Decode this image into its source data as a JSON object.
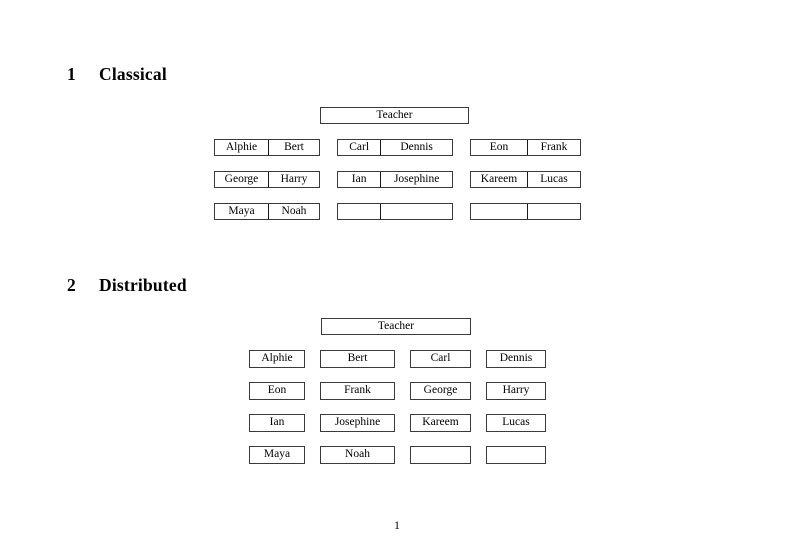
{
  "document": {
    "page_number": "1"
  },
  "sections": [
    {
      "number": "1",
      "title": "Classical",
      "teacher_label": "Teacher",
      "groups": [
        {
          "name": "group-left",
          "rows": [
            [
              "Alphie",
              "Bert"
            ],
            [
              "George",
              "Harry"
            ],
            [
              "Maya",
              "Noah"
            ]
          ]
        },
        {
          "name": "group-middle",
          "rows": [
            [
              "Carl",
              "Dennis"
            ],
            [
              "Ian",
              "Josephine"
            ],
            [
              "",
              ""
            ]
          ]
        },
        {
          "name": "group-right",
          "rows": [
            [
              "Eon",
              "Frank"
            ],
            [
              "Kareem",
              "Lucas"
            ],
            [
              "",
              ""
            ]
          ]
        }
      ]
    },
    {
      "number": "2",
      "title": "Distributed",
      "teacher_label": "Teacher",
      "rows": [
        [
          "Alphie",
          "Bert",
          "Carl",
          "Dennis"
        ],
        [
          "Eon",
          "Frank",
          "George",
          "Harry"
        ],
        [
          "Ian",
          "Josephine",
          "Kareem",
          "Lucas"
        ],
        [
          "Maya",
          "Noah",
          "",
          ""
        ]
      ]
    }
  ]
}
